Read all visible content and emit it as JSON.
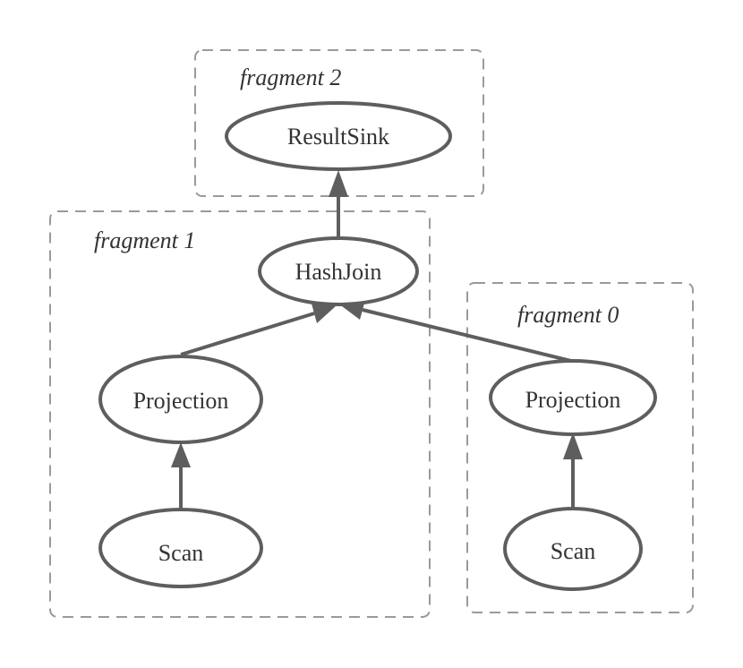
{
  "fragments": [
    {
      "id": "fragment-2",
      "label": "fragment 2"
    },
    {
      "id": "fragment-1",
      "label": "fragment 1"
    },
    {
      "id": "fragment-0",
      "label": "fragment 0"
    }
  ],
  "nodes": [
    {
      "id": "result-sink",
      "label": "ResultSink"
    },
    {
      "id": "hash-join",
      "label": "HashJoin"
    },
    {
      "id": "projection-1",
      "label": "Projection"
    },
    {
      "id": "scan-1",
      "label": "Scan"
    },
    {
      "id": "projection-0",
      "label": "Projection"
    },
    {
      "id": "scan-0",
      "label": "Scan"
    }
  ],
  "edges": [
    {
      "from": "scan-1",
      "to": "projection-1"
    },
    {
      "from": "projection-1",
      "to": "hash-join"
    },
    {
      "from": "scan-0",
      "to": "projection-0"
    },
    {
      "from": "projection-0",
      "to": "hash-join"
    },
    {
      "from": "hash-join",
      "to": "result-sink"
    }
  ],
  "colors": {
    "node_stroke": "#5e5e5e",
    "fragment_stroke": "#9a9a9a",
    "text": "#333333"
  }
}
